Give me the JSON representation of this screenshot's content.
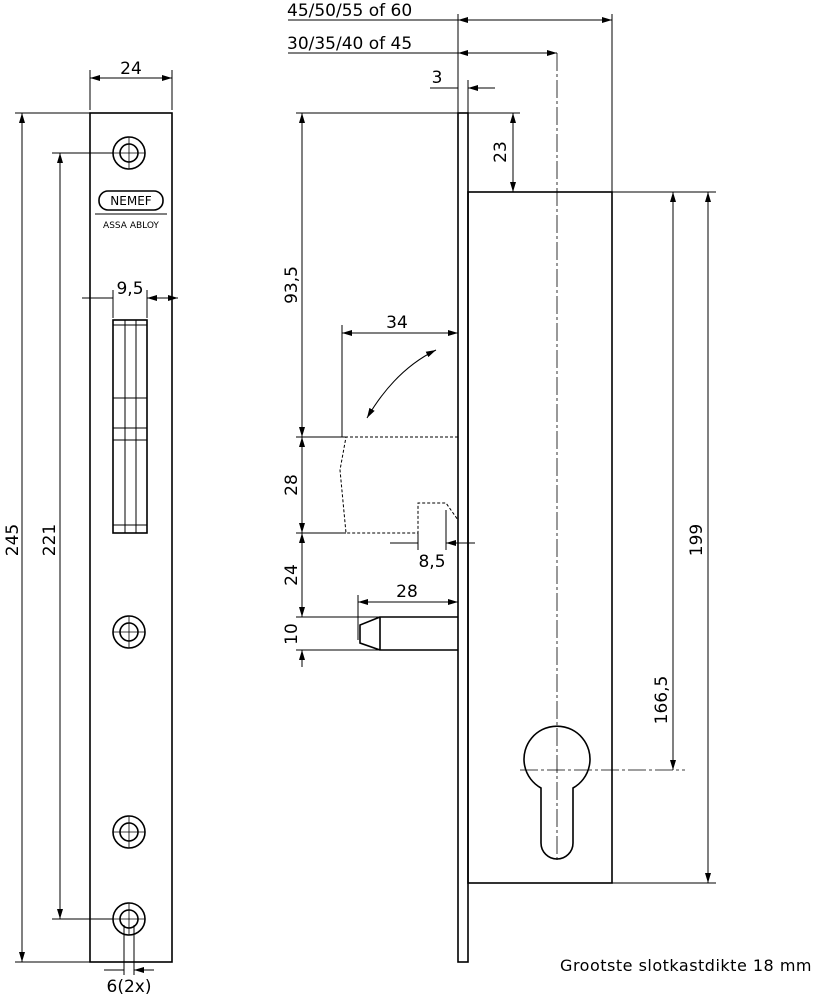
{
  "front_view": {
    "logo_brand": "NEMEF",
    "logo_group": "ASSA ABLOY",
    "dim_width": "24",
    "dim_latch_width": "9,5",
    "dim_total_height": "245",
    "dim_screw_spacing": "221",
    "dim_screw_hole": "6(2x)"
  },
  "side_view": {
    "dim_backset_large": "45/50/55 of 60",
    "dim_backset_small": "30/35/40 of 45",
    "dim_plate_thickness": "3",
    "dim_case_offset": "23",
    "dim_latch_position": "93,5",
    "dim_latch_projection": "34",
    "dim_latch_height": "28",
    "dim_step": "8,5",
    "dim_gap": "24",
    "dim_bolt_projection": "28",
    "dim_bolt_height": "10",
    "dim_cylinder_center": "166,5",
    "dim_case_height": "199"
  },
  "caption": "Grootste slotkastdikte 18 mm"
}
